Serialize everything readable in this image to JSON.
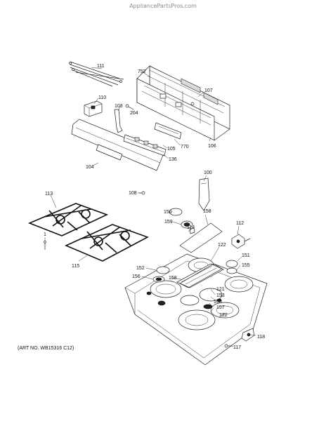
{
  "header": {
    "watermark": "AppliancePartsPros.com"
  },
  "footer": {
    "art_number": "(ART NO. WB15316 C12)"
  },
  "labels": {
    "l111": "111",
    "l752": "752",
    "l107": "107",
    "l110": "110",
    "l103": "103",
    "l204": "204",
    "l105": "105",
    "l770": "770",
    "l106": "106",
    "l136": "136",
    "l104": "104",
    "l100": "100",
    "l108": "108",
    "l113": "113",
    "l150": "150",
    "l159": "159",
    "l158a": "158",
    "l114": "114",
    "l112": "112",
    "l1": "1",
    "l122a": "122",
    "l151": "151",
    "l115": "115",
    "l152": "152",
    "l155": "155",
    "l156": "156",
    "l158b": "158",
    "l121": "121",
    "l153": "153",
    "l160": "160",
    "l157": "157",
    "l122b": "122",
    "l118": "118",
    "l117": "117"
  }
}
